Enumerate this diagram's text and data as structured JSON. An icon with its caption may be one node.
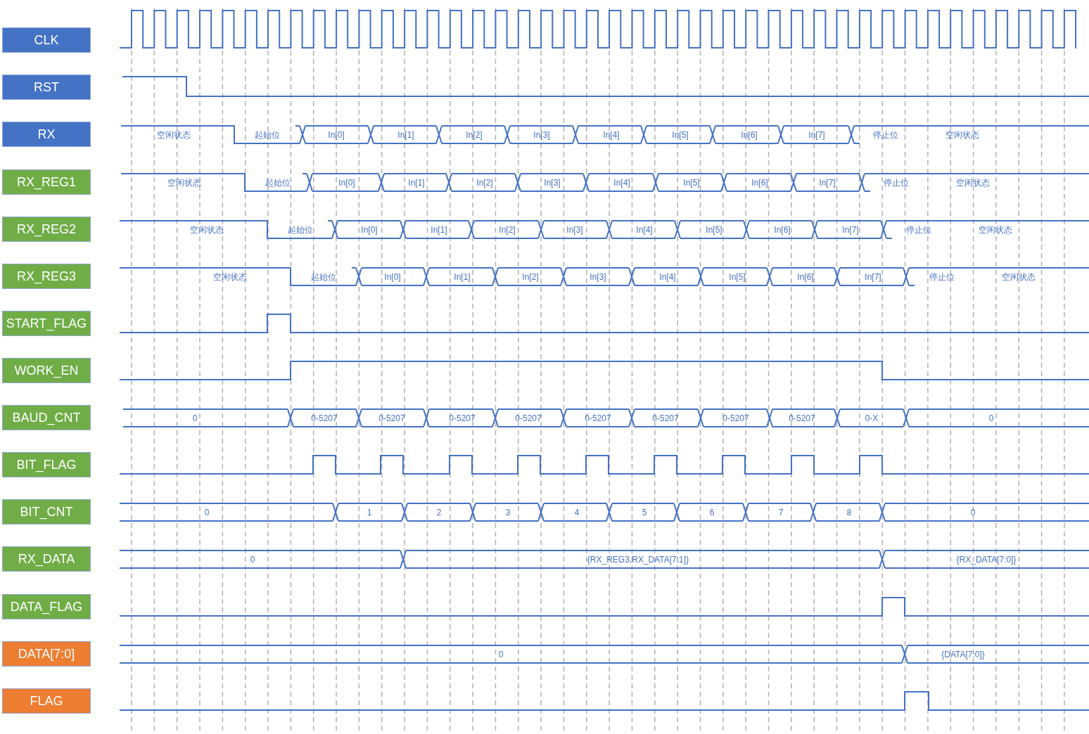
{
  "diagram": {
    "nodes": [
      {
        "text": [
          "CLK"
        ]
      },
      {
        "text": [
          "RST"
        ]
      },
      {
        "text": [
          "RX"
        ]
      },
      {
        "text": [
          "RX_REG1"
        ]
      },
      {
        "text": [
          "RX_REG2"
        ]
      },
      {
        "text": [
          "RX_REG3"
        ]
      },
      {
        "text": [
          "START_FLAG"
        ]
      },
      {
        "text": [
          "WORK_EN"
        ]
      },
      {
        "text": [
          "BAUD_CNT"
        ]
      },
      {
        "text": [
          "BIT_FLAG"
        ]
      },
      {
        "text": [
          "BIT_CNT"
        ]
      },
      {
        "text": [
          "RX_DATA"
        ]
      },
      {
        "text": [
          "DATA_FLAG"
        ]
      },
      {
        "text": [
          "DATA[7:0]"
        ]
      },
      {
        "text": [
          "FLAG"
        ]
      }
    ],
    "labels": [
      "空闲状态",
      "起始位",
      "In[0]",
      "In[1]",
      "In[2]",
      "In[3]",
      "In[4]",
      "In[5]",
      "In[6]",
      "In[7]",
      "停止位",
      "空闲状态",
      "空闲状态",
      "起始位",
      "In[0]",
      "In[1]",
      "In[2]",
      "In[3]",
      "In[4]",
      "In[5]",
      "In[6]",
      "In[7]",
      "停止位",
      "空闲状态",
      "空闲状态",
      "起始位",
      "In[0]",
      "In[1]",
      "In[2]",
      "In[3]",
      "In[4]",
      "In[5]",
      "In[6]",
      "In[7]",
      "停止位",
      "空闲状态",
      "空闲状态",
      "起始位",
      "In[0]",
      "In[1]",
      "In[2]",
      "In[3]",
      "In[4]",
      "In[5]",
      "In[6]",
      "In[7]",
      "停止位",
      "空闲状态",
      "0",
      "0-5207",
      "0-5207",
      "0-5207",
      "0-5207",
      "0-5207",
      "0-5207",
      "0-5207",
      "0-5207",
      "0-X",
      "0",
      "0",
      "1",
      "2",
      "3",
      "4",
      "5",
      "6",
      "7",
      "8",
      "0",
      "0",
      "{RX_REG3,RX_DATA[7:1]}",
      "{RX_DATA[7:0]}",
      "0",
      "{DATA[7:0]}"
    ]
  }
}
